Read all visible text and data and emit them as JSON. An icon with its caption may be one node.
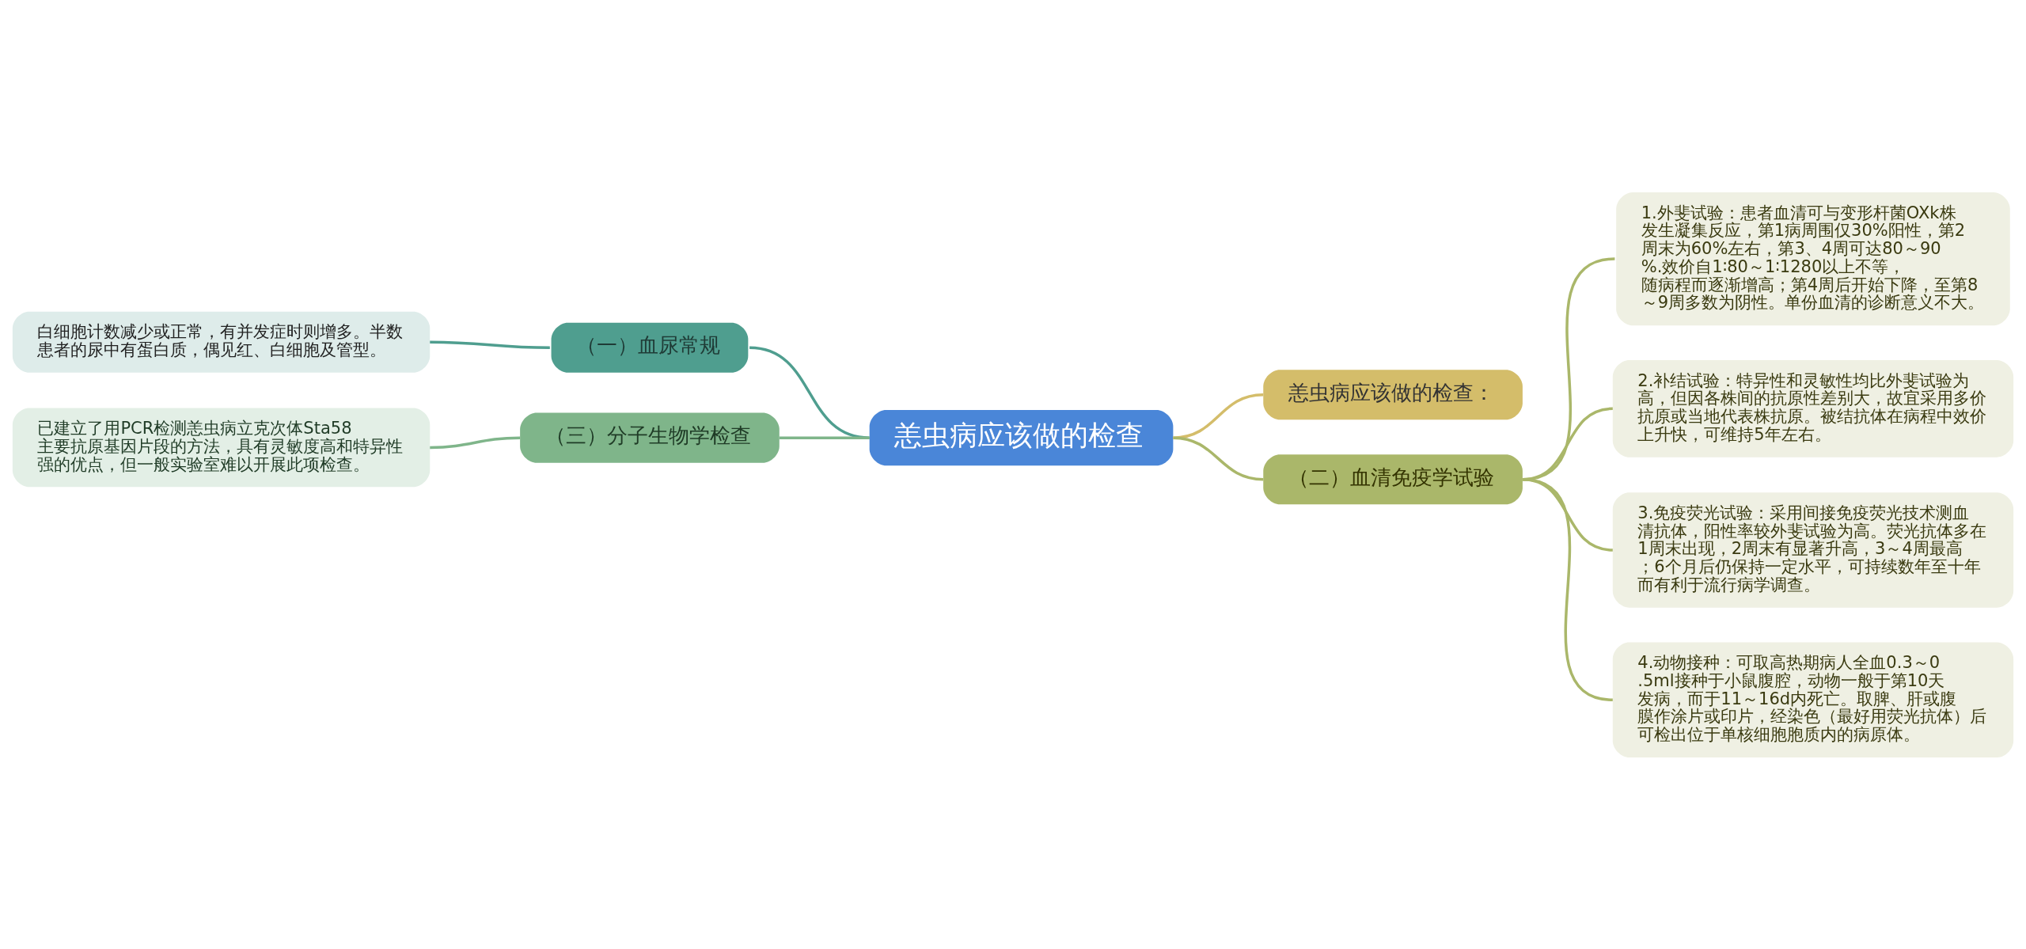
{
  "diagram": {
    "nodes": [
      {
        "text": [
          "恙虫病应该做的检查"
        ]
      },
      {
        "text": [
          "恙虫病应该做的检查："
        ]
      },
      {
        "text": [
          "（一）血尿常规"
        ]
      },
      {
        "text": [
          "白细胞计数减少或正常，有并发症时则增多。半数患者的尿中有蛋白质，偶见红、白细胞及管型。"
        ]
      },
      {
        "text": [
          "（三）分子生物学检查"
        ]
      },
      {
        "text": [
          "已建立了用PCR检测恙虫病立克次体Sta58主要抗原基因片段的方法，具有灵敏度高和特异性强的优点，但一般实验室难以开展此项检查。"
        ]
      },
      {
        "text": [
          "（二）血清免疫学试验"
        ]
      },
      {
        "text": [
          "1.外斐试验：患者血清可与变形杆菌OXk株发生凝集反应，第1病周围仅30%阳性，第2周末为60%左右，第3、4周可达80～90%.效价自1∶80～1∶1280以上不等，随病程而逐渐增高；第4周后开始下降，至第8～9周多数为阴性。单份血清的诊断意义不大。"
        ]
      },
      {
        "text": [
          "2.补结试验：特异性和灵敏性均比外斐试验为高，但因各株间的抗原性差别大，故宜采用多价抗原或当地代表株抗原。被结抗体在病程中效价上升快，可维持5年左右。"
        ]
      },
      {
        "text": [
          "3.免疫荧光试验：采用间接免疫荧光技术测血清抗体，阳性率较外斐试验为高。荧光抗体多在1周末出现，2周末有显著升高，3～4周最高；6个月后仍保持一定水平，可持续数年至十年而有利于流行病学调查。"
        ]
      },
      {
        "text": [
          "4.动物接种：可取高热期病人全血0.3～0.5ml接种于小鼠腹腔，动物一般于第10天发病，而于11～16d内死亡。取脾、肝或腹膜作涂片或印片，经染色（最好用荧光抗体）后可检出位于单核细胞胞质内的病原体。"
        ]
      }
    ],
    "edges": [
      {
        "from": 0,
        "to": 1,
        "arrow": "none",
        "color": "#d4bd6a"
      },
      {
        "from": 0,
        "to": 2,
        "arrow": "none",
        "color": "#4f9e8f"
      },
      {
        "from": 2,
        "to": 3,
        "arrow": "none",
        "color": "#4f9e8f"
      },
      {
        "from": 0,
        "to": 4,
        "arrow": "none",
        "color": "#7fb58a"
      },
      {
        "from": 4,
        "to": 5,
        "arrow": "none",
        "color": "#7fb58a"
      },
      {
        "from": 0,
        "to": 6,
        "arrow": "none"
      },
      {
        "from": 6,
        "to": 7,
        "arrow": "none"
      },
      {
        "from": 6,
        "to": 8,
        "arrow": "none"
      },
      {
        "from": 6,
        "to": 9,
        "arrow": "none"
      },
      {
        "from": 6,
        "to": 10,
        "arrow": "none"
      }
    ]
  }
}
